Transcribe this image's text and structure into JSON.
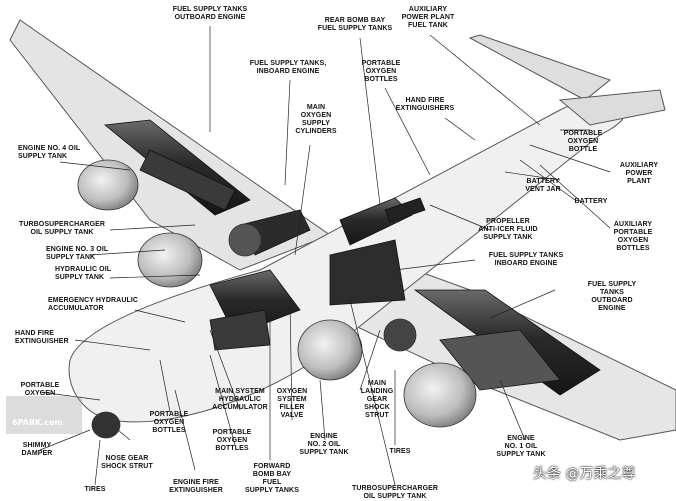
{
  "labels": {
    "fuel_outboard_top": "FUEL SUPPLY TANKS\nOUTBOARD ENGINE",
    "rear_bomb_bay": "REAR BOMB BAY\nFUEL SUPPLY TANKS",
    "aux_power_tank": "AUXILIARY\nPOWER PLANT\nFUEL TANK",
    "fuel_inboard_top": "FUEL SUPPLY TANKS,\nINBOARD ENGINE",
    "portable_oxy_top": "PORTABLE\nOXYGEN\nBOTTLES",
    "hand_fire_top": "HAND FIRE\nEXTINGUISHERS",
    "portable_oxy_bottle": "PORTABLE\nOXYGEN\nBOTTLE",
    "main_oxy_cyl": "MAIN\nOXYGEN\nSUPPLY\nCYLINDERS",
    "engine4_oil": "ENGINE No. 4 OIL\nSUPPLY TANK",
    "aux_power_plant": "AUXILIARY\nPOWER PLANT",
    "battery_vent": "BATTERY\nVENT JAR",
    "battery": "BATTERY",
    "turbo_oil": "TURBOSUPERCHARGER\nOIL SUPPLY TANK",
    "propeller_anti": "PROPELLER\nANTI-ICER FLUID\nSUPPLY TANK",
    "aux_portable_oxy": "AUXILIARY\nPORTABLE\nOXYGEN\nBOTTLES",
    "engine3_oil": "ENGINE No. 3 OIL\nSUPPLY TANK",
    "fuel_inboard_right": "FUEL SUPPLY TANKS\nINBOARD ENGINE",
    "hydraulic_oil": "HYDRAULIC OIL\nSUPPLY TANK",
    "fuel_outboard_right": "FUEL SUPPLY TANKS\nOUTBOARD ENGINE",
    "emergency_hyd": "EMERGENCY HYDRAULIC\nACCUMULATOR",
    "hand_fire_left": "HAND FIRE\nEXTINGUISHER",
    "portable_oxy_left": "PORTABLE\nOXYGEN",
    "main_landing": "MAIN\nLANDING\nGEAR\nSHOCK\nSTRUT",
    "main_sys_hyd": "MAIN SYSTEM\nHYDRAULIC\nACCUMULATOR",
    "oxygen_filler": "OXYGEN\nSYSTEM\nFILLER\nVALVE",
    "portable_oxy_mid1": "PORTABLE\nOXYGEN\nBOTTLES",
    "portable_oxy_mid2": "PORTABLE\nOXYGEN\nBOTTLES",
    "engine2_oil": "ENGINE\nNo. 2 OIL\nSUPPLY TANK",
    "tires_right": "TIRES",
    "engine1_oil": "ENGINE\nNo. 1 OIL\nSUPPLY TANK",
    "shimmy": "SHIMMY\nDAMPER",
    "nose_gear": "NOSE GEAR\nSHOCK STRUT",
    "forward_bomb": "FORWARD\nBOMB BAY\nFUEL\nSUPPLY TANKS",
    "engine_fire": "ENGINE FIRE\nEXTINGUISHER",
    "tires_left": "TIRES",
    "turbo_bottom": "TURBOSUPERCHARGER\nOIL SUPPLY TANK"
  },
  "watermarks": {
    "site_logo": "6PARK.com",
    "caption": "头条 @万乘之尊"
  }
}
